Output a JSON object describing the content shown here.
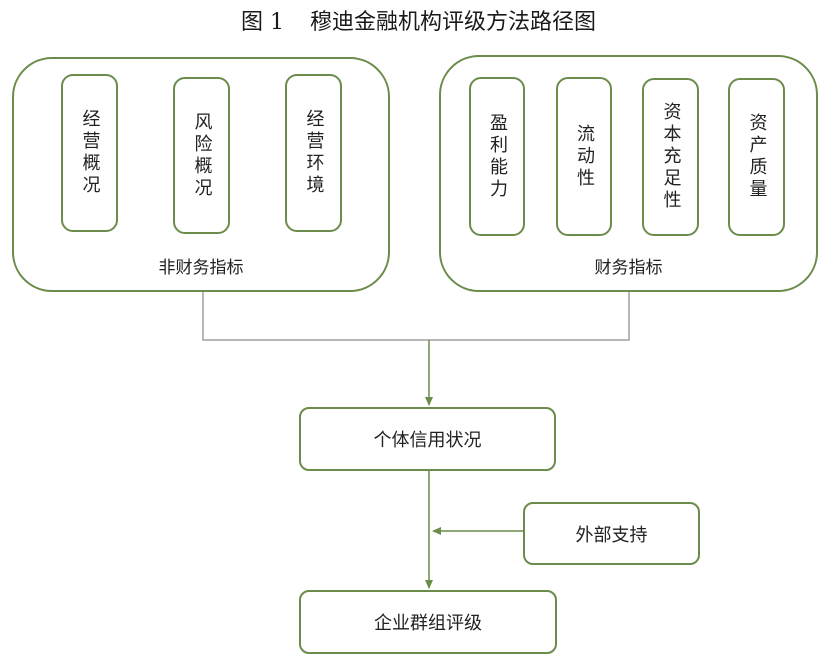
{
  "title": {
    "figure_number": "图 1",
    "text": "穆迪金融机构评级方法路径图"
  },
  "colors": {
    "box_border": "#6b8c4a",
    "connector": "#a0a0a0",
    "arrow": "#6b8c4a"
  },
  "groups": {
    "non_financial": {
      "label": "非财务指标",
      "indicators": [
        "经营概况",
        "风险概况",
        "经营环境"
      ]
    },
    "financial": {
      "label": "财务指标",
      "indicators": [
        "盈利能力",
        "流动性",
        "资本充足性",
        "资产质量"
      ]
    }
  },
  "nodes": {
    "individual_credit": "个体信用状况",
    "external_support": "外部支持",
    "group_rating": "企业群组评级"
  }
}
